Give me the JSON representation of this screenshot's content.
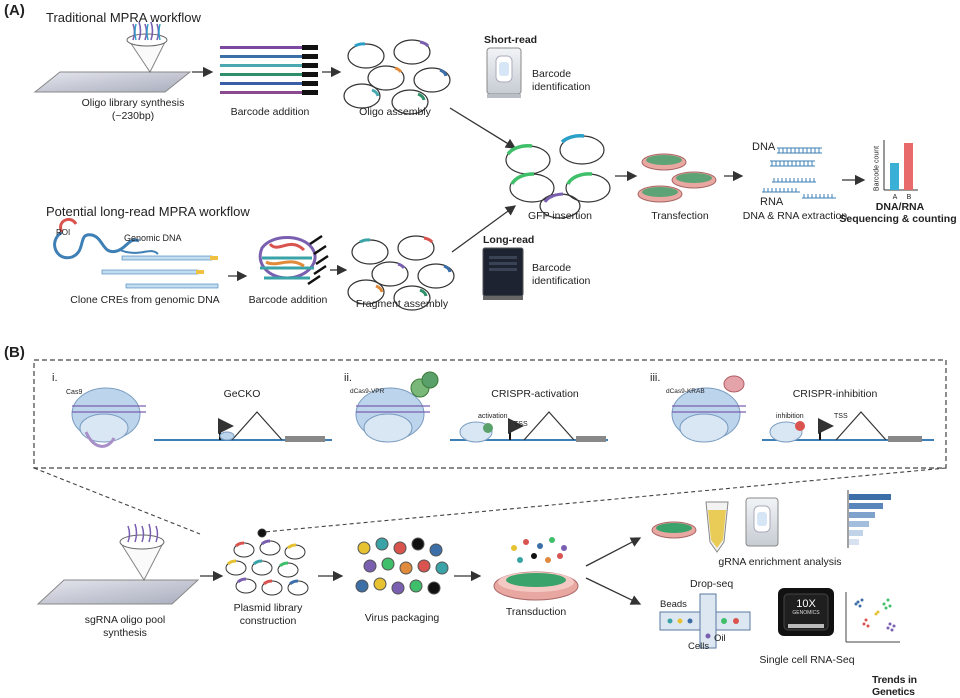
{
  "panel_a": {
    "label": "(A)",
    "traditional_title": "Traditional MPRA workflow",
    "longread_title": "Potential long-read MPRA workflow",
    "oligo_synthesis": "Oligo library synthesis",
    "oligo_length": "(~230bp)",
    "barcode_addition": "Barcode addition",
    "oligo_assembly": "Oligo assembly",
    "short_read": "Short-read",
    "barcode_identification": "Barcode identification",
    "gfp_insertion": "GFP insertion",
    "transfection": "Transfection",
    "dna": "DNA",
    "rna": "RNA",
    "dna_rna_extraction": "DNA & RNA extraction",
    "seq_title": "DNA/RNA",
    "seq_sub": "Sequencing & counting",
    "chart_ylabel": "Barcode count",
    "chart_a": "A",
    "chart_b": "B",
    "roi": "ROI",
    "genomic_dna": "Genomic DNA",
    "clone_cres": "Clone CREs from genomic DNA",
    "barcode_addition_2": "Barcode addition",
    "fragment_assembly": "Fragment assembly",
    "long_read": "Long-read",
    "barcode_identification_2": "Barcode identification"
  },
  "panel_b": {
    "label": "(B)",
    "i_label": "i.",
    "ii_label": "ii.",
    "iii_label": "iii.",
    "cas9": "Cas9",
    "dcas9_vpr": "dCas9-VPR",
    "dcas9_krab": "dCas9-KRAB",
    "geckO": "GeCKO",
    "crispr_activation": "CRISPR-activation",
    "crispr_inhibition": "CRISPR-inhibition",
    "activation": "activation",
    "inhibition": "inhibition",
    "tss": "TSS",
    "tss2": "TSS",
    "sgrna_pool": "sgRNA oligo pool",
    "sgrna_pool_2": "synthesis",
    "plasmid_library": "Plasmid library",
    "plasmid_library_2": "construction",
    "virus_packaging": "Virus packaging",
    "transduction": "Transduction",
    "grna_enrichment": "gRNA enrichment analysis",
    "drop_seq": "Drop-seq",
    "beads": "Beads",
    "cells": "Cells",
    "oil": "Oil",
    "tenx": "10X",
    "genomics": "GENOMICS",
    "sc_rnaseq": "Single cell RNA-Seq"
  },
  "brand": "Trends in Genetics",
  "colors": {
    "line": "#555555",
    "dna_blue": "#3e7fb5",
    "rna_red": "#d9534f",
    "chart_blue": "#3ab0d6",
    "chart_red": "#e86a6a",
    "green_cells": "#3aa36b",
    "dish_pink": "#e8a7a1",
    "cas_blue": "#bcd4ec"
  }
}
